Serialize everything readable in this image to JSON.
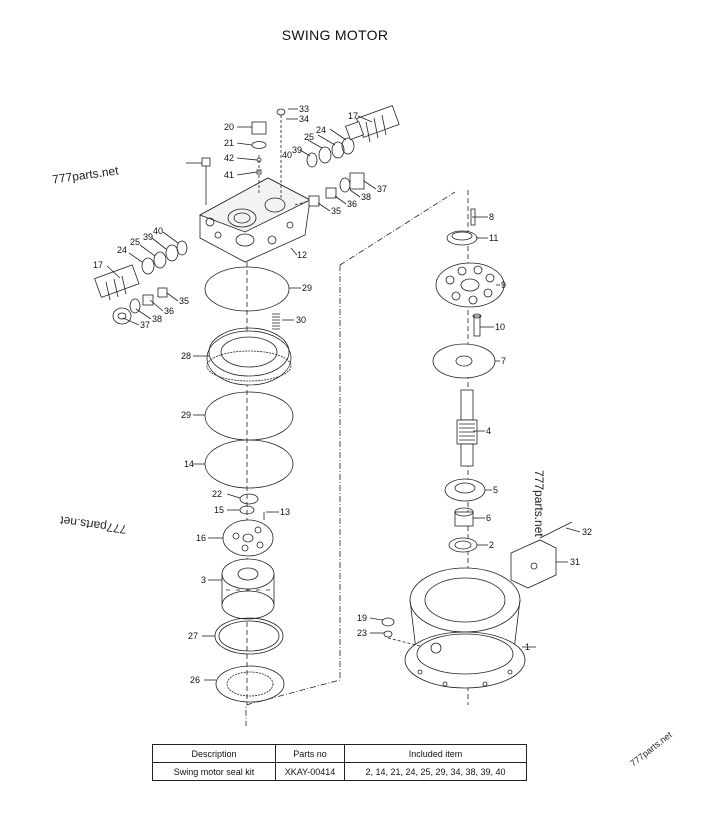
{
  "title": "SWING MOTOR",
  "watermark": "777parts.net",
  "part_numbers": [
    "1",
    "2",
    "3",
    "4",
    "5",
    "6",
    "7",
    "8",
    "9",
    "10",
    "11",
    "12",
    "13",
    "14",
    "15",
    "16",
    "17",
    "17",
    "19",
    "20",
    "21",
    "22",
    "23",
    "24",
    "24",
    "25",
    "25",
    "26",
    "27",
    "28",
    "29",
    "29",
    "30",
    "31",
    "32",
    "33",
    "34",
    "35",
    "35",
    "36",
    "36",
    "37",
    "37",
    "38",
    "38",
    "39",
    "39",
    "40",
    "40",
    "41",
    "42"
  ],
  "table": {
    "headers": [
      "Description",
      "Parts no",
      "Included item"
    ],
    "rows": [
      [
        "Swing motor seal kit",
        "XKAY-00414",
        "2, 14, 21, 24, 25, 29, 34, 38, 39, 40"
      ]
    ]
  }
}
